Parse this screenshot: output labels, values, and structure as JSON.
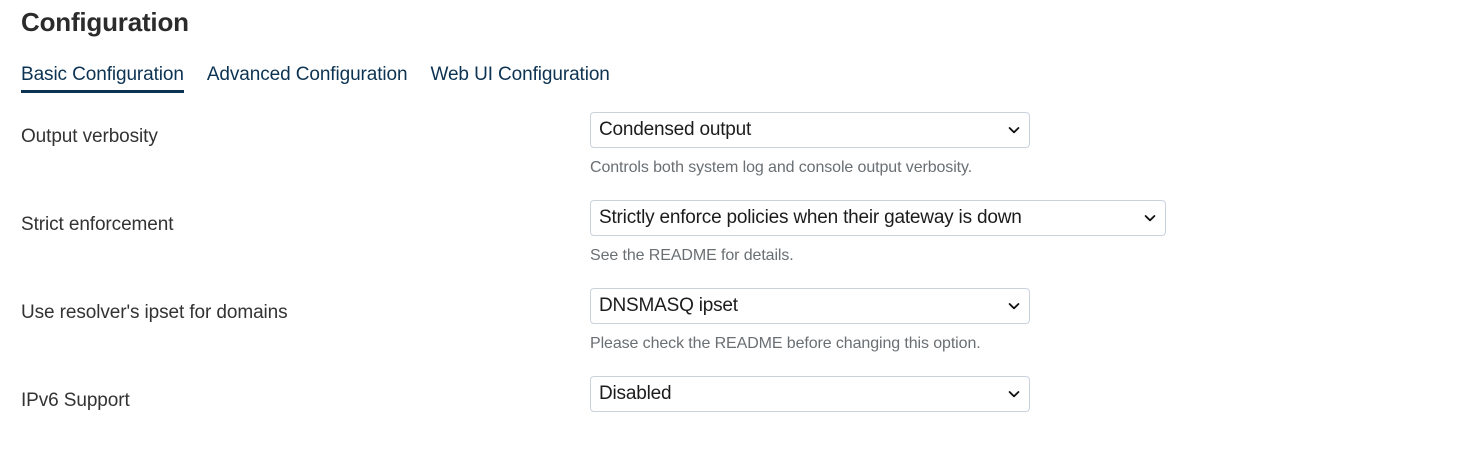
{
  "page": {
    "title": "Configuration"
  },
  "tabs": [
    {
      "label": "Basic Configuration",
      "active": true
    },
    {
      "label": "Advanced Configuration",
      "active": false
    },
    {
      "label": "Web UI Configuration",
      "active": false
    }
  ],
  "rows": [
    {
      "label": "Output verbosity",
      "value": "Condensed output",
      "help": "Controls both system log and console output verbosity.",
      "width": "w-std"
    },
    {
      "label": "Strict enforcement",
      "value": "Strictly enforce policies when their gateway is down",
      "help": "See the README for details.",
      "width": "w-wide"
    },
    {
      "label": "Use resolver's ipset for domains",
      "value": "DNSMASQ ipset",
      "help": "Please check the README before changing this option.",
      "width": "w-std"
    },
    {
      "label": "IPv6 Support",
      "value": "Disabled",
      "help": "",
      "width": "w-std"
    }
  ],
  "colors": {
    "accent": "#0d3353",
    "heading": "#2b2b2b",
    "label": "#333333",
    "help": "#6a6f73",
    "select_border": "#c9d3dc",
    "background": "#ffffff"
  },
  "icons": {
    "chevron_down": "chevron-down-icon"
  }
}
